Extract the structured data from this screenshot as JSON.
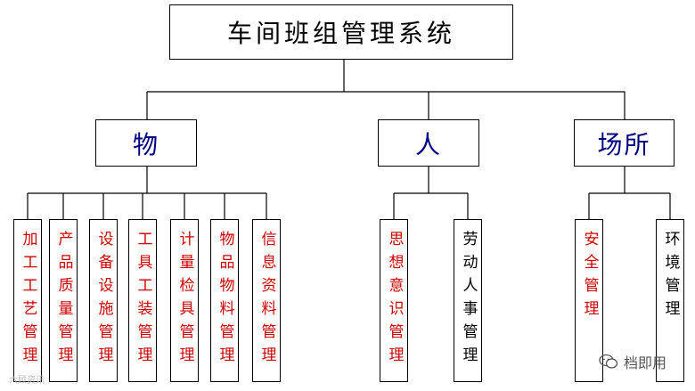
{
  "title": "车间班组管理系统",
  "categories": [
    {
      "label": "物",
      "leaves": [
        {
          "text": "加工工艺管理",
          "color": "#cc0000"
        },
        {
          "text": "产品质量管理",
          "color": "#cc0000"
        },
        {
          "text": "设备设施管理",
          "color": "#cc0000"
        },
        {
          "text": "工具工装管理",
          "color": "#cc0000"
        },
        {
          "text": "计量检具管理",
          "color": "#cc0000"
        },
        {
          "text": "物品物料管理",
          "color": "#cc0000"
        },
        {
          "text": "信息资料管理",
          "color": "#cc0000"
        }
      ]
    },
    {
      "label": "人",
      "leaves": [
        {
          "text": "思想意识管理",
          "color": "#cc0000"
        },
        {
          "text": "劳动人事管理",
          "color": "#000000"
        }
      ]
    },
    {
      "label": "场所",
      "leaves": [
        {
          "text": "安全管理",
          "color": "#cc0000"
        },
        {
          "text": "环境管理",
          "color": "#000000"
        }
      ]
    }
  ],
  "watermark_left": "六顾资讯",
  "watermark_right": "档即用",
  "watermark_icon": "wechat-icon"
}
